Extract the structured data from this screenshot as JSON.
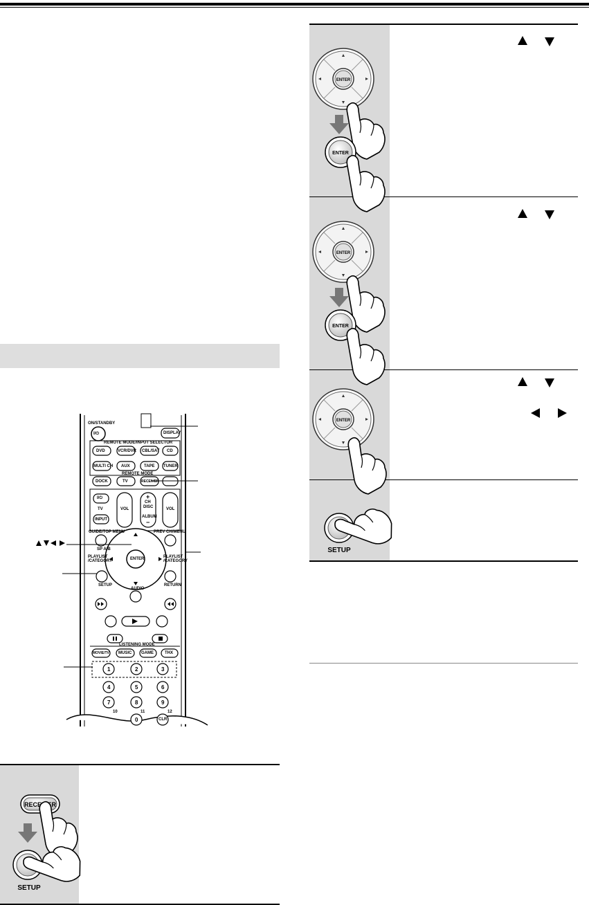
{
  "remote": {
    "on_standby": "ON/STANDBY",
    "display": "DISPLAY",
    "selector_title": "REMOTE MODE/INPUT SELECTOR",
    "row1": [
      "DVD",
      "VCR/DVR",
      "CBL/SAT",
      "CD"
    ],
    "row2": [
      "MULTI CH",
      "AUX",
      "TAPE",
      "TUNER"
    ],
    "remote_mode_title": "REMOTE MODE",
    "row3": [
      "DOCK",
      "TV",
      "RECEIVER"
    ],
    "power_symbol": "I/⏻",
    "tv_label": "TV",
    "input_label": "INPUT",
    "vol_label": "VOL",
    "ch_plus": "+",
    "ch_label": "CH",
    "disc_label": "DISC",
    "album_label": "ALBUM",
    "ch_minus": "−",
    "guide_top_menu": "GUIDE/TOP MENU",
    "prev_ch_menu": "PREV CH/MENU",
    "sp_ab": "SP A/B",
    "playlist_category": "PLAYLIST /CATEGORY",
    "enter": "ENTER",
    "setup": "SETUP",
    "audio": "AUDIO",
    "return": "RETURN",
    "listening_mode": "LISTENING MODE",
    "modes": [
      "MOVIE/TV",
      "MUSIC",
      "GAME",
      "THX"
    ],
    "digits": [
      "1",
      "2",
      "3",
      "4",
      "5",
      "6",
      "7",
      "8",
      "9",
      "0",
      "CLR"
    ],
    "sub_numbers": [
      "10",
      "11",
      "12"
    ]
  },
  "panels": {
    "enter_label": "ENTER",
    "setup_label": "SETUP",
    "receiver_label": "RECEIVER"
  }
}
